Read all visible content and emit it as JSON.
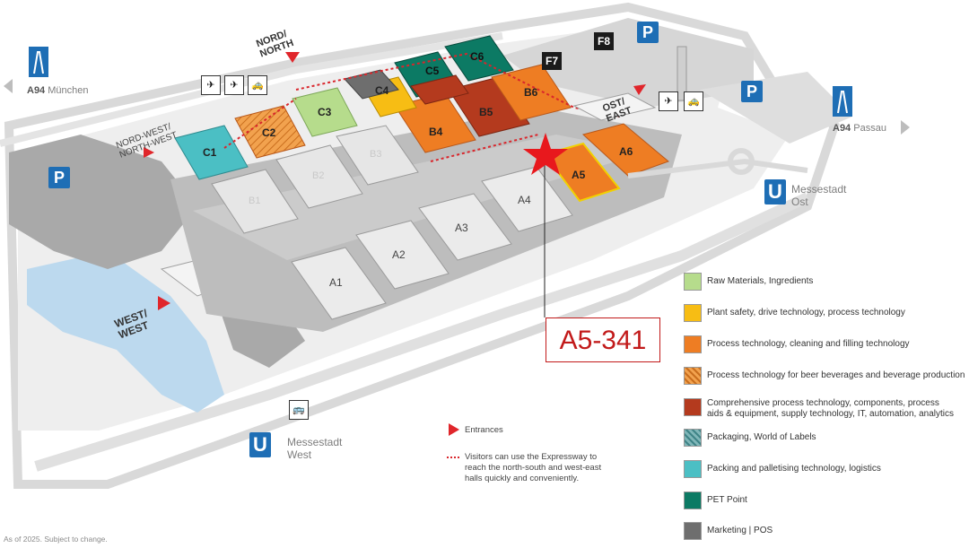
{
  "halls": {
    "A1": "A1",
    "A2": "A2",
    "A3": "A3",
    "A4": "A4",
    "A5": "A5",
    "A6": "A6",
    "B1": "B1",
    "B2": "B2",
    "B3": "B3",
    "B4": "B4",
    "B5": "B5",
    "B6": "B6",
    "C1": "C1",
    "C2": "C2",
    "C3": "C3",
    "C4": "C4",
    "C5": "C5",
    "C6": "C6"
  },
  "highlight": {
    "label": "A5-341",
    "color": "#c21a1a"
  },
  "entrances": {
    "north": "NORD/\nNORTH",
    "north_west": "NORD-WEST/\nNORTH-WEST",
    "east": "OST/\nEAST",
    "west": "WEST/\nWEST"
  },
  "roads": {
    "a94_west_num": "A94",
    "a94_west_city": "München",
    "a94_east_num": "A94",
    "a94_east_city": "Passau"
  },
  "areas": {
    "f7": "F7",
    "f8": "F8"
  },
  "parking_label": "P",
  "ubahn": {
    "symbol": "U",
    "east_line1": "Messestadt",
    "east_line2": "Ost",
    "west_line1": "Messestadt",
    "west_line2": "West"
  },
  "legend": {
    "items": [
      {
        "label": "Raw Materials, Ingredients",
        "color": "#b6dc8c"
      },
      {
        "label": "Plant safety, drive technology, process technology",
        "color": "#f7bd14"
      },
      {
        "label": "Process technology, cleaning and filling technology",
        "color": "#ee7d23"
      },
      {
        "label": "Process technology for beer beverages and beverage production",
        "color": "#e8913a"
      },
      {
        "label": "Comprehensive process technology, components, process\naids & equipment, supply technology, IT, automation, analytics",
        "color": "#b43a1e"
      },
      {
        "label": "Packaging, World of Labels",
        "color": "#5b9ea3"
      },
      {
        "label": "Packing and palletising technology, logistics",
        "color": "#4bbfc4"
      },
      {
        "label": "PET Point",
        "color": "#0c7a64"
      },
      {
        "label": "Marketing | POS",
        "color": "#6e6e6e"
      }
    ],
    "entrances_label": "Entrances",
    "expressway_note": "Visitors can use the Expressway to\nreach the north-south and west-east\nhalls quickly and conveniently."
  },
  "footnote": "As of 2025. Subject to change."
}
